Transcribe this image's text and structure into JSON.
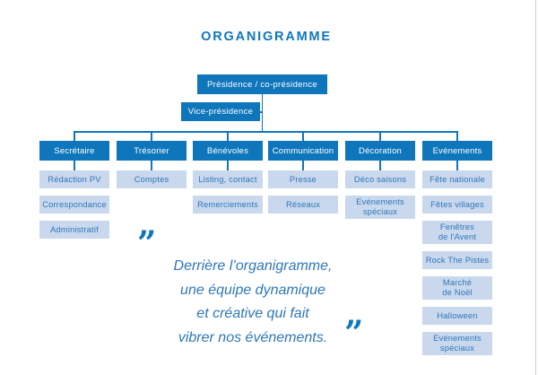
{
  "page": {
    "title": "ORGANIGRAMME"
  },
  "colors": {
    "primary": "#0F76BC",
    "light_box": "#C9D8ED",
    "light_box_text": "#2F78BA",
    "page_edge": "#CCCCCC"
  },
  "chart": {
    "type": "orgchart",
    "root": {
      "label": "Présidence / co-présidence"
    },
    "deputy": {
      "label": "Vice-présidence"
    },
    "departments": [
      {
        "id": "secretaire",
        "label": "Secrétaire",
        "children": [
          "Rédaction PV",
          "Correspondance",
          "Administratif"
        ]
      },
      {
        "id": "tresorier",
        "label": "Trésorier",
        "children": [
          "Comptes"
        ]
      },
      {
        "id": "benevoles",
        "label": "Bénévoles",
        "children": [
          "Listing, contact",
          "Remerciements"
        ]
      },
      {
        "id": "communication",
        "label": "Communication",
        "children": [
          "Presse",
          "Réseaux"
        ]
      },
      {
        "id": "decoration",
        "label": "Décoration",
        "children": [
          "Déco saisons",
          "Evénements\nspéciaux"
        ]
      },
      {
        "id": "evenements",
        "label": "Evénements",
        "children": [
          "Fête nationale",
          "Fêtes villages",
          "Fenêtres\nde l'Avent",
          "Rock The Pistes",
          "Marché\nde Noël",
          "Halloween",
          "Evénements\nspéciaux"
        ]
      }
    ]
  },
  "quote": {
    "open_mark": "”",
    "close_mark": "”",
    "lines": [
      "Derrière l’organigramme,",
      "une équipe dynamique",
      "et créative qui fait",
      "vibrer nos événements."
    ]
  }
}
